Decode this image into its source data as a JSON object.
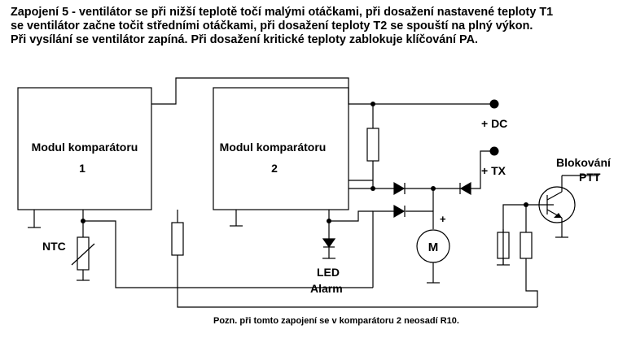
{
  "description": [
    "Zapojení 5 - ventilátor se při nižší teplotě točí malými otáčkami, při dosažení  nastavené teploty T1",
    "se ventilátor začne točit středními otáčkami, při dosažení teploty T2 se spouští na plný výkon.",
    "Při vysílání se ventilátor zapíná.  Při dosažení kritické teploty zablokuje klíčování PA."
  ],
  "labels": {
    "module1_name": "Modul komparátoru",
    "module1_num": "1",
    "module2_name": "Modul komparátoru",
    "module2_num": "2",
    "dc": "+ DC",
    "tx": "+ TX",
    "block_line1": "Blokování",
    "block_line2": "PTT",
    "ntc": "NTC",
    "led_line1": "LED",
    "led_line2": "Alarm",
    "motor": "M",
    "motor_plus": "+",
    "note": "Pozn. při tomto zapojení se v komparátoru 2 neosadí R10."
  }
}
